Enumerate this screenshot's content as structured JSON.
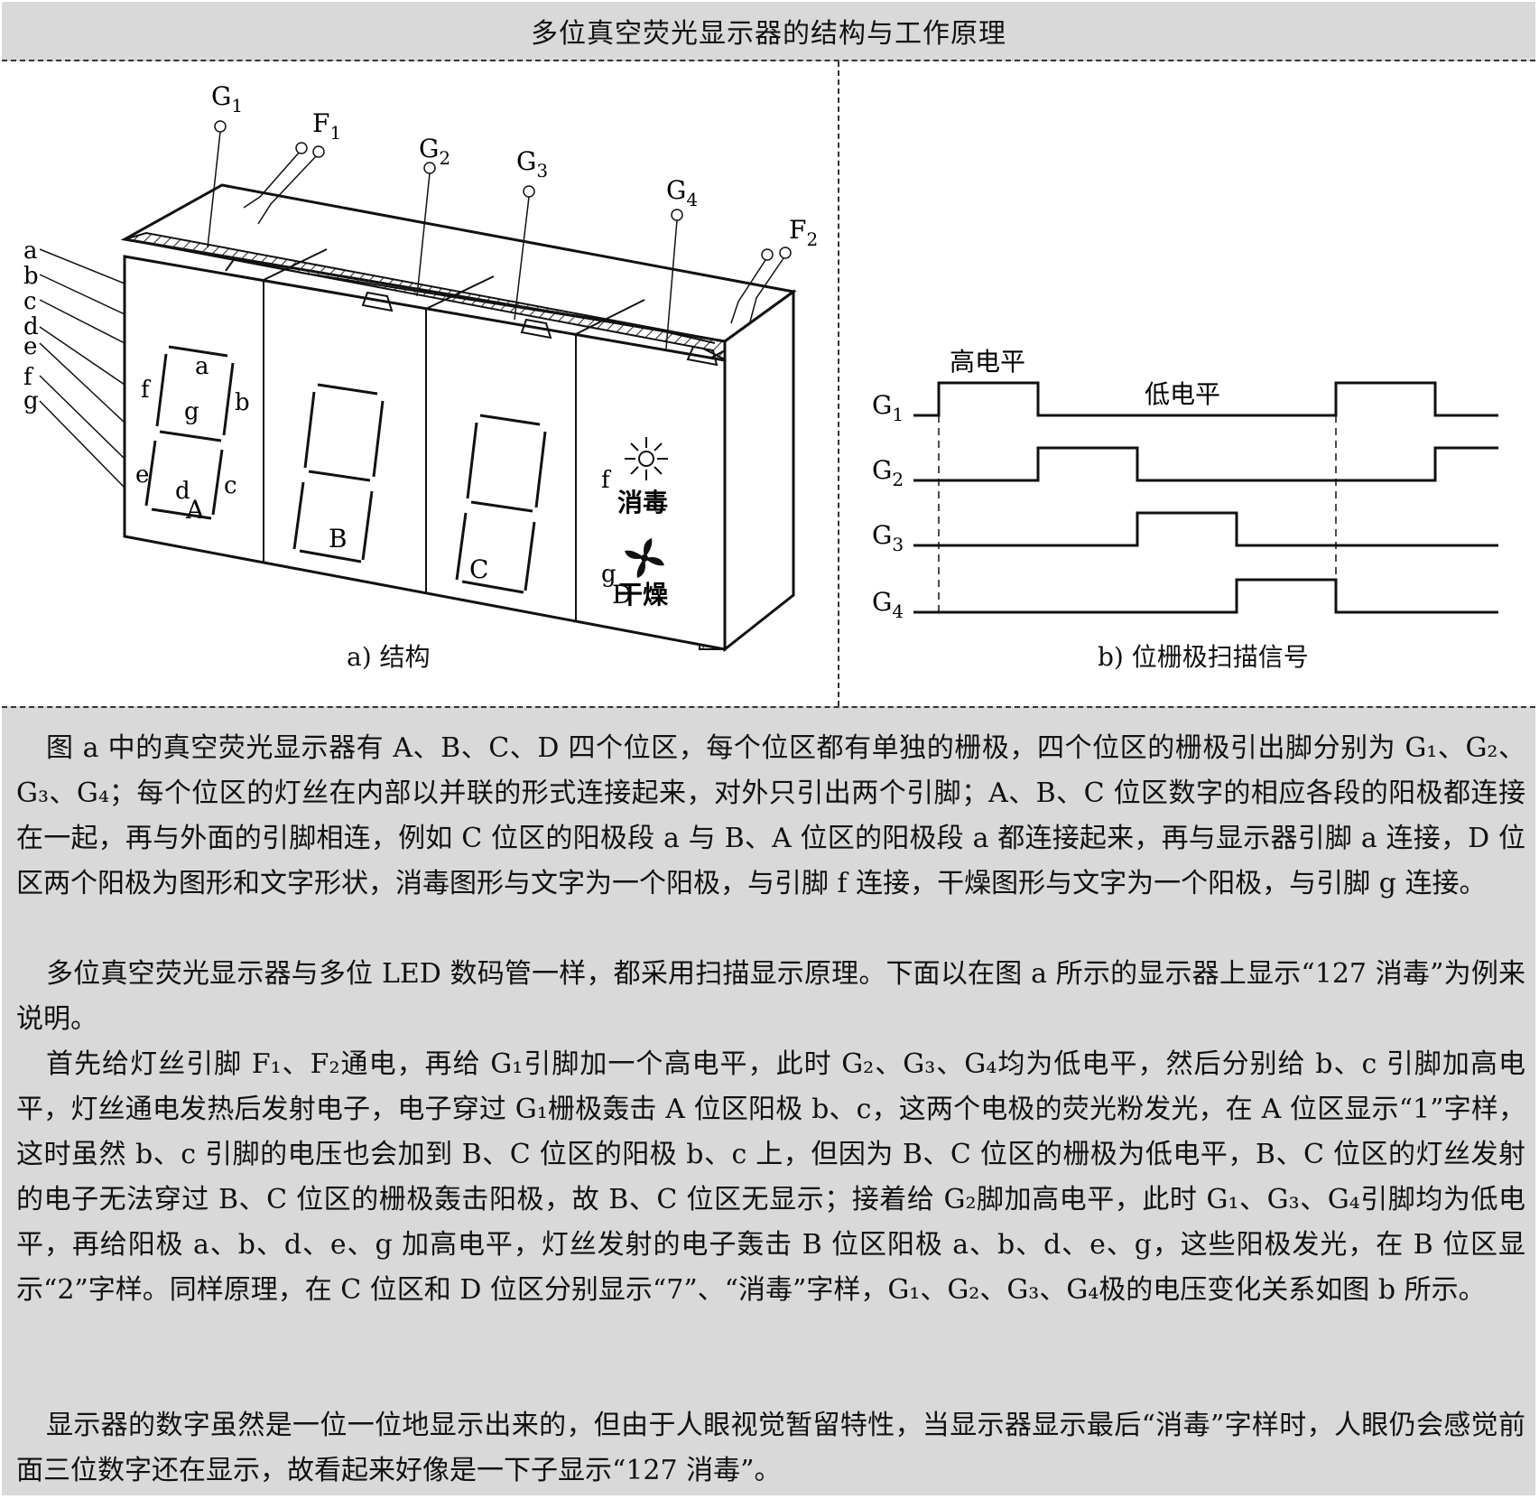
{
  "header": {
    "title": "多位真空荧光显示器的结构与工作原理"
  },
  "figure_a": {
    "caption": "a) 结构",
    "pins_left": [
      "a",
      "b",
      "c",
      "d",
      "e",
      "f",
      "g"
    ],
    "grid_pins": [
      "G",
      "G",
      "G",
      "G"
    ],
    "grid_subs": [
      "1",
      "2",
      "3",
      "4"
    ],
    "filament_pins": [
      "F",
      "F"
    ],
    "filament_subs": [
      "1",
      "2"
    ],
    "digit_labels": [
      "A",
      "B",
      "C",
      "D"
    ],
    "segment_labels": {
      "a": "a",
      "b": "b",
      "c": "c",
      "d": "d",
      "e": "e",
      "f": "f",
      "g": "g"
    },
    "icon_f_label": "f",
    "icon_g_label": "g",
    "icon_f_text": "消毒",
    "icon_g_text": "干燥"
  },
  "figure_b": {
    "caption": "b) 位栅极扫描信号",
    "high_label": "高电平",
    "low_label": "低电平",
    "signals": [
      "G",
      "G",
      "G",
      "G"
    ],
    "signal_subs": [
      "1",
      "2",
      "3",
      "4"
    ]
  },
  "body": {
    "p1": "图 a 中的真空荧光显示器有 A、B、C、D 四个位区，每个位区都有单独的栅极，四个位区的栅极引出脚分别为 G₁、G₂、G₃、G₄；每个位区的灯丝在内部以并联的形式连接起来，对外只引出两个引脚；A、B、C 位区数字的相应各段的阳极都连接在一起，再与外面的引脚相连，例如 C 位区的阳极段 a 与 B、A 位区的阳极段 a 都连接起来，再与显示器引脚 a 连接，D 位区两个阳极为图形和文字形状，消毒图形与文字为一个阳极，与引脚 f 连接，干燥图形与文字为一个阳极，与引脚 g 连接。",
    "p2": "多位真空荧光显示器与多位 LED 数码管一样，都采用扫描显示原理。下面以在图 a 所示的显示器上显示“127 消毒”为例来说明。",
    "p3": "首先给灯丝引脚 F₁、F₂通电，再给 G₁引脚加一个高电平，此时 G₂、G₃、G₄均为低电平，然后分别给 b、c 引脚加高电平，灯丝通电发热后发射电子，电子穿过 G₁栅极轰击 A 位区阳极 b、c，这两个电极的荧光粉发光，在 A 位区显示“1”字样，这时虽然 b、c 引脚的电压也会加到 B、C 位区的阳极 b、c 上，但因为 B、C 位区的栅极为低电平，B、C 位区的灯丝发射的电子无法穿过 B、C 位区的栅极轰击阳极，故 B、C 位区无显示；接着给 G₂脚加高电平，此时 G₁、G₃、G₄引脚均为低电平，再给阳极 a、b、d、e、g 加高电平，灯丝发射的电子轰击 B 位区阳极 a、b、d、e、g，这些阳极发光，在 B 位区显示“2”字样。同样原理，在 C 位区和 D 位区分别显示“7”、“消毒”字样，G₁、G₂、G₃、G₄极的电压变化关系如图 b 所示。",
    "p4": "显示器的数字虽然是一位一位地显示出来的，但由于人眼视觉暂留特性，当显示器显示最后“消毒”字样时，人眼仍会感觉前面三位数字还在显示，故看起来好像是一下子显示“127 消毒”。"
  }
}
